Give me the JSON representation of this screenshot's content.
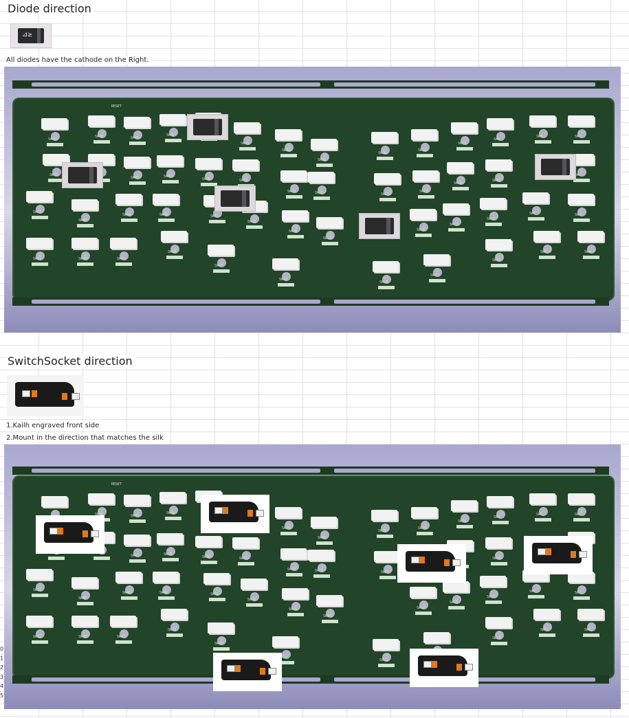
{
  "diode_section": {
    "title": "Diode direction",
    "note": "All diodes have the cathode on the Right."
  },
  "socket_section": {
    "title": "SwitchSocket direction",
    "note1": "1.Kailh engraved front side",
    "note2": "2.Mount in the direction that matches the silk"
  },
  "pcb": {
    "reset_label": "RESET",
    "switch_labels": [
      "SW50",
      "SW46",
      "SW45",
      "SW42",
      "SW38",
      "SW37",
      "SW41",
      "SW43",
      "SW39",
      "SW36",
      "SW32",
      "SW51",
      "SW48",
      "SW44",
      "SW40",
      "SW33",
      "SW52",
      "SW49",
      "SW47",
      "SW34",
      "SW35",
      "SW30",
      "SW31",
      "SW28",
      "SW29",
      "SW25",
      "SW24",
      "SW26",
      "SW27",
      "SW22",
      "SW20",
      "SW16",
      "SW13",
      "SW9",
      "SW5",
      "SW1",
      "SW21",
      "SW17",
      "SW14",
      "SW10",
      "SW2",
      "SW18",
      "SW15",
      "SW11",
      "SW7",
      "SW3",
      "SW23",
      "SW19",
      "SW12",
      "SW8",
      "SW4"
    ]
  },
  "row_numbers": [
    "0",
    "1",
    "2",
    "3",
    "4",
    "5"
  ],
  "colors": {
    "pcb_green": "#224428",
    "frame_purple": "#a9a8cf",
    "pad_white": "#f2f2f2"
  }
}
